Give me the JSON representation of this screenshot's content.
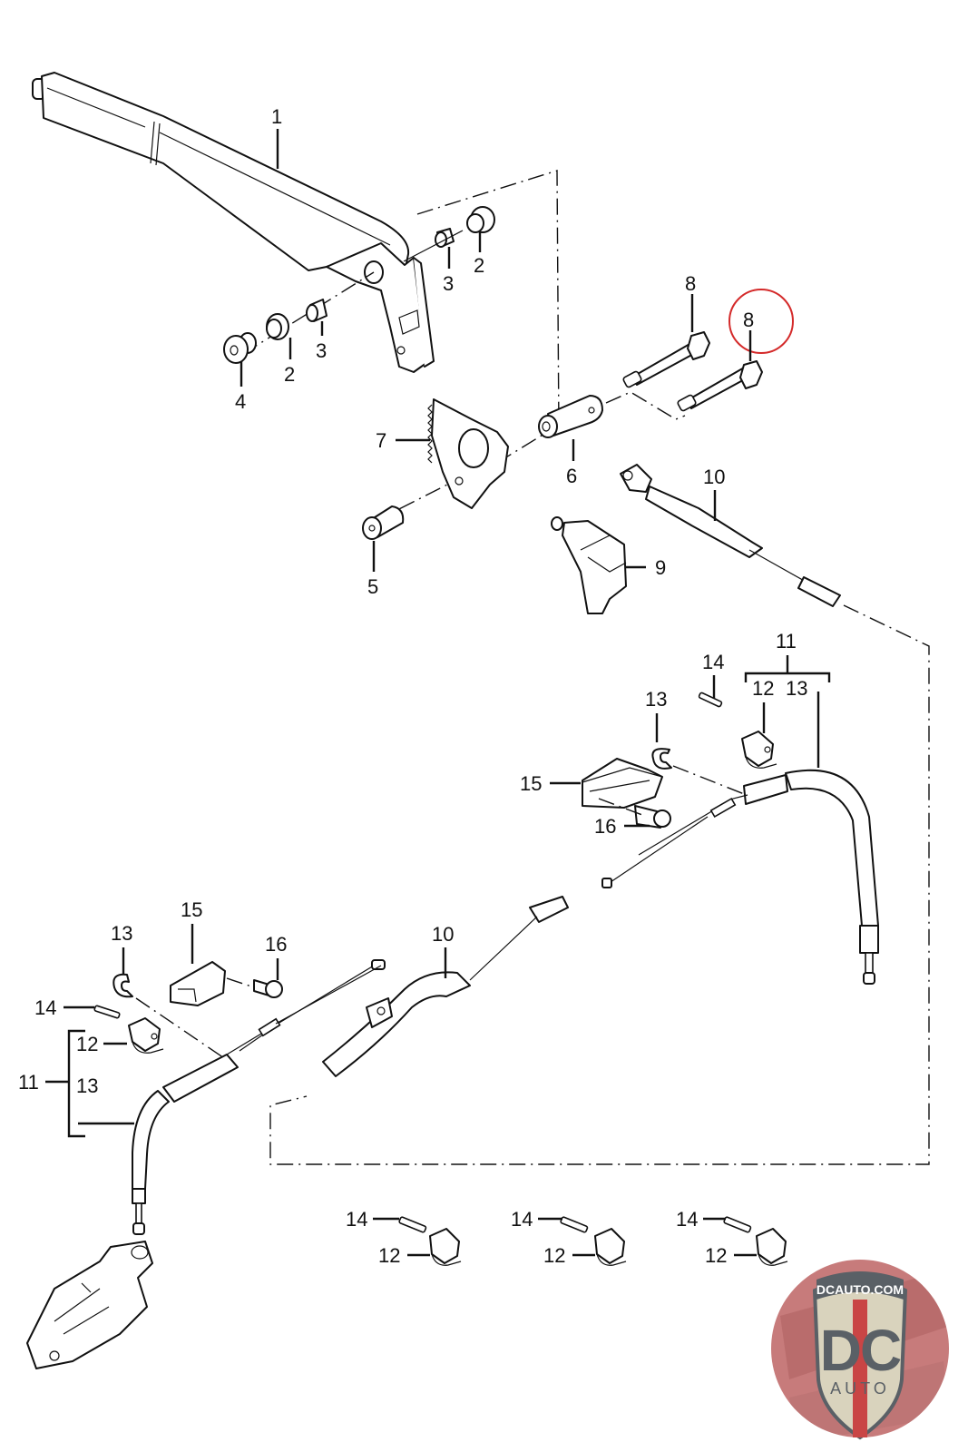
{
  "diagram": {
    "title": "Parking brake lever and cable assembly",
    "callouts": {
      "c1": "1",
      "c2a": "2",
      "c2b": "2",
      "c3a": "3",
      "c3b": "3",
      "c4": "4",
      "c5": "5",
      "c6": "6",
      "c7": "7",
      "c8a": "8",
      "c8b": "8",
      "c9": "9",
      "c10a": "10",
      "c10b": "10",
      "c11a": "11",
      "c11b": "11",
      "c12a": "12",
      "c12b": "12",
      "c12c": "12",
      "c12d": "12",
      "c12e": "12",
      "c13a": "13",
      "c13b": "13",
      "c13c": "13",
      "c13d": "13",
      "c14a": "14",
      "c14b": "14",
      "c14c": "14",
      "c14d": "14",
      "c14e": "14",
      "c15a": "15",
      "c15b": "15",
      "c16a": "16",
      "c16b": "16"
    },
    "highlighted_part": "8",
    "highlight_color": "#d42a2a"
  },
  "logo": {
    "site": "DCAUTO.COM",
    "letters": "DC",
    "word": "AUTO",
    "colors": {
      "badge_bg": "#c77b7b",
      "shield": "#d9d3bd",
      "letters": "#5a6066",
      "stripe": "#c94545"
    }
  }
}
